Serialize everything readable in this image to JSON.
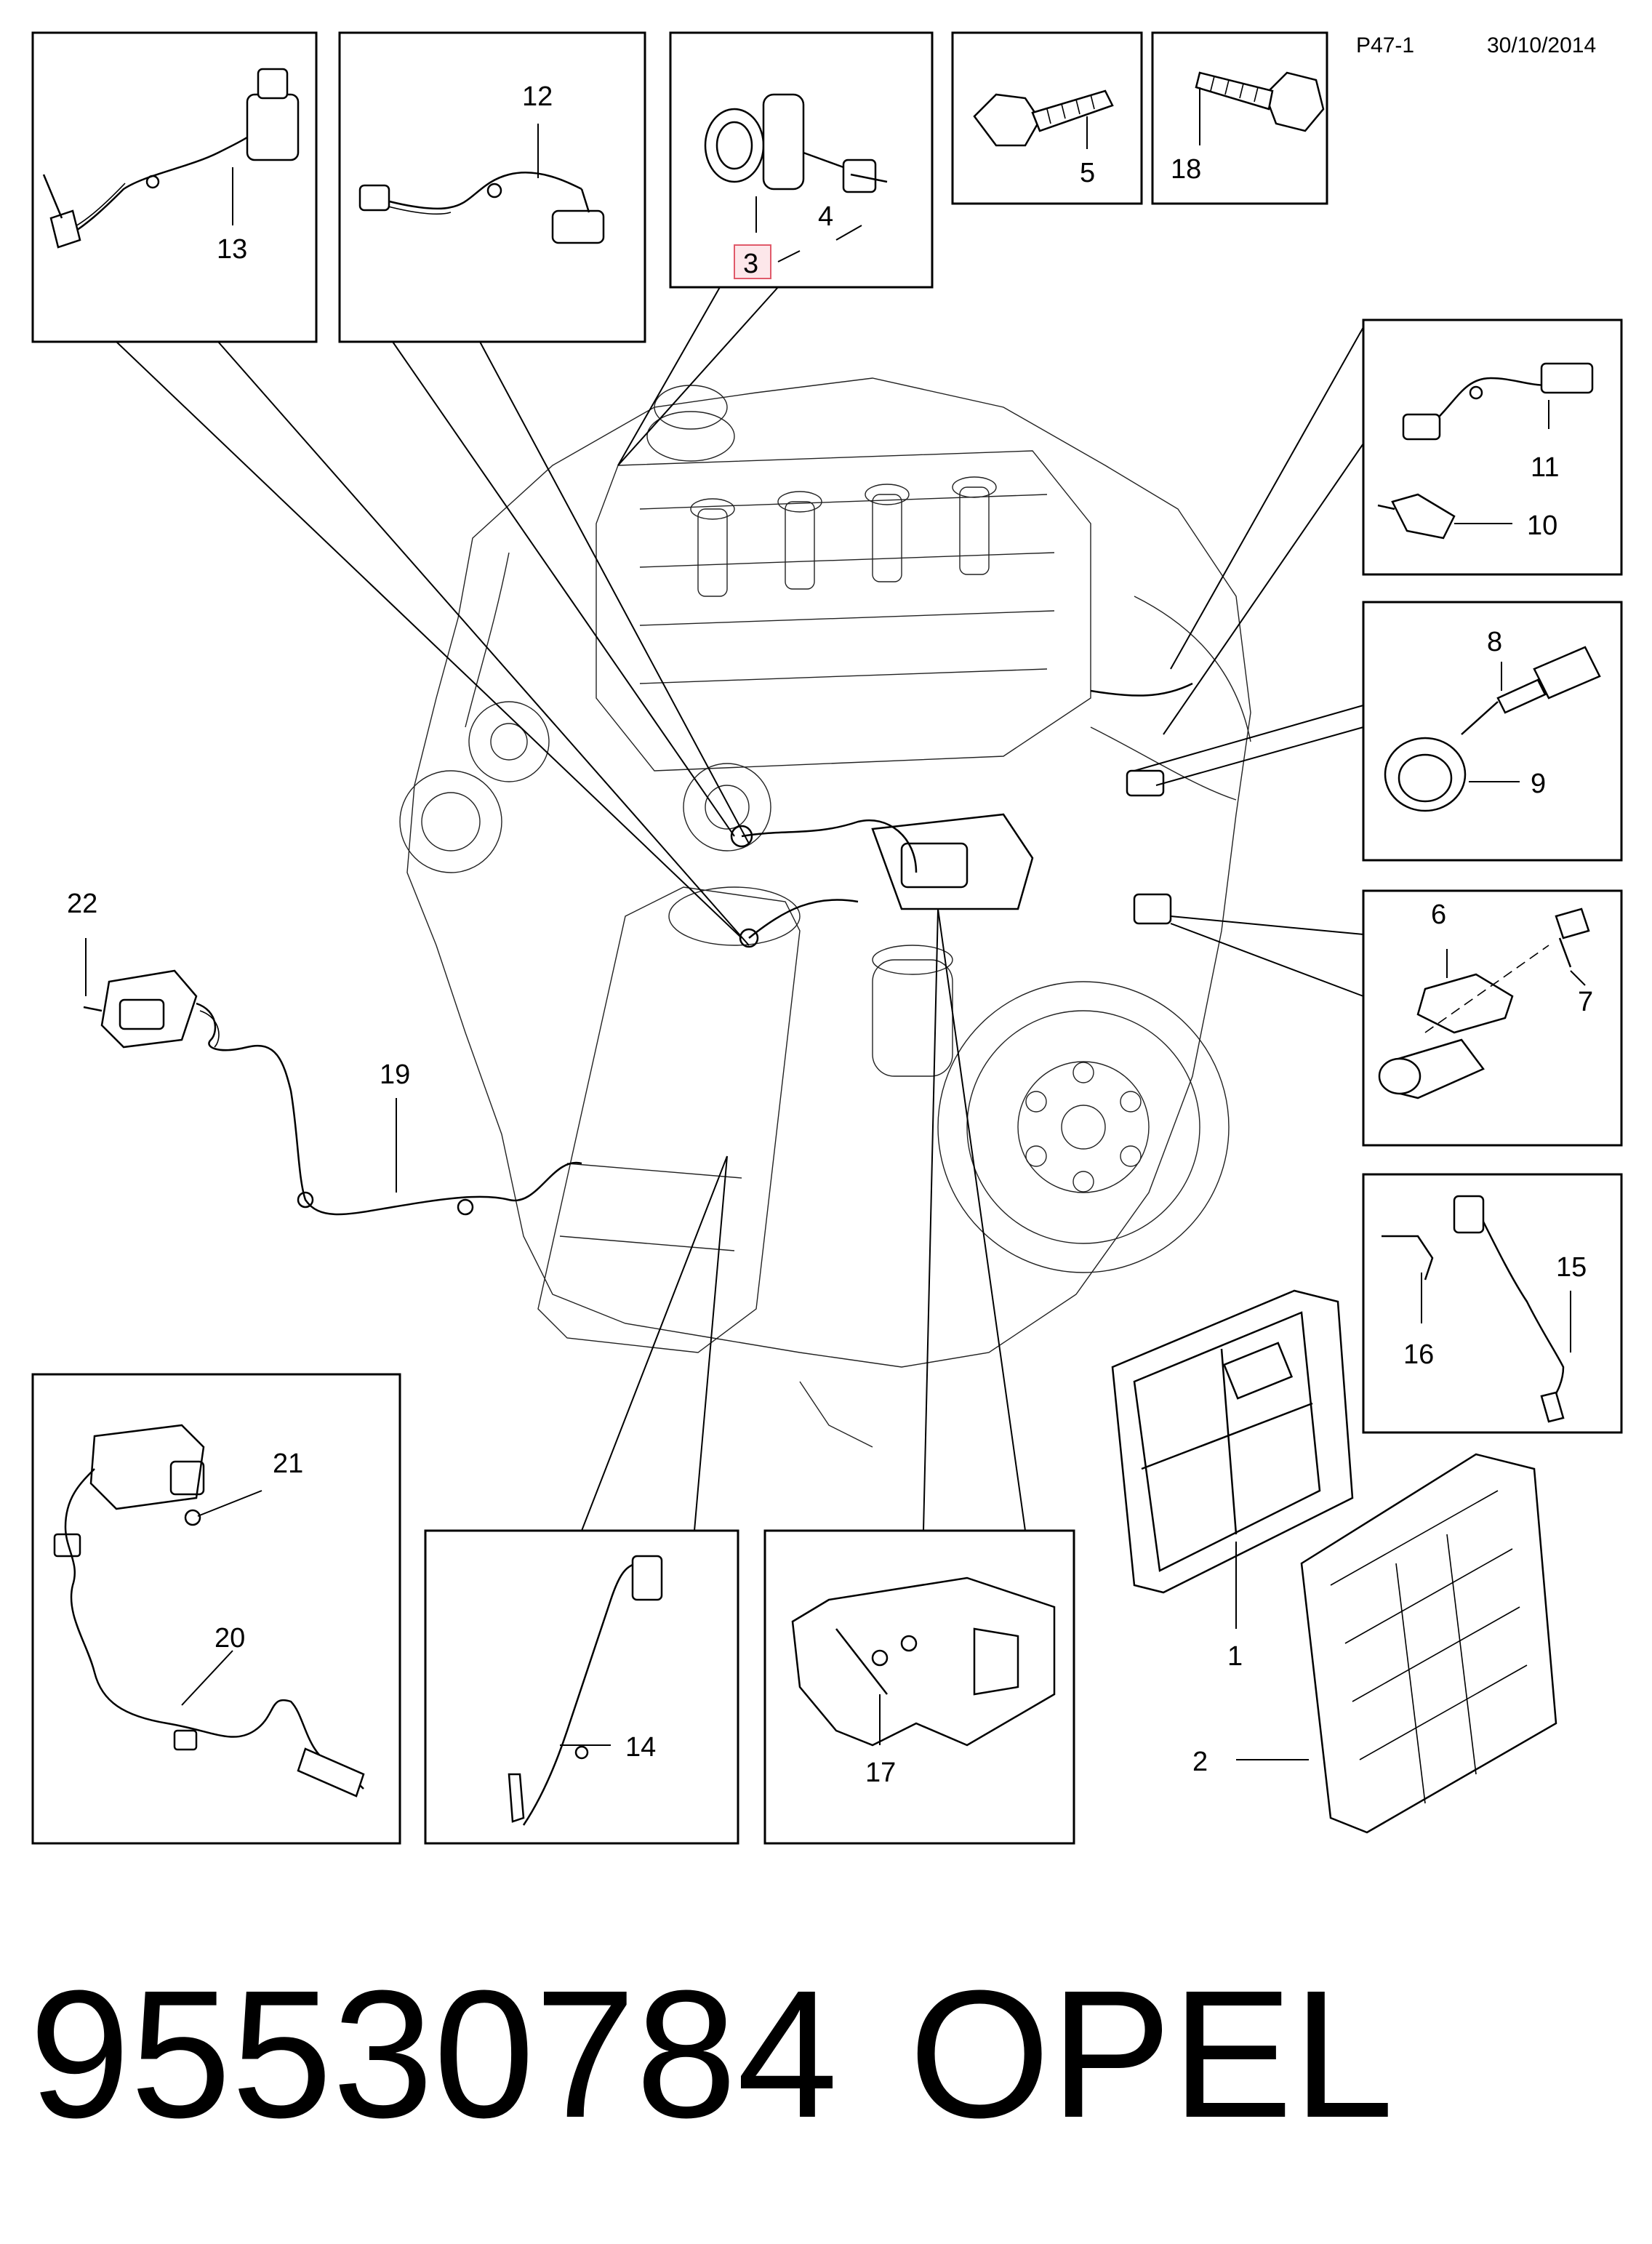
{
  "header": {
    "page_code": "P47-1",
    "date": "30/10/2014"
  },
  "callouts": {
    "c1": "1",
    "c2": "2",
    "c3": "3",
    "c4": "4",
    "c5": "5",
    "c6": "6",
    "c7": "7",
    "c8": "8",
    "c9": "9",
    "c10": "10",
    "c11": "11",
    "c12": "12",
    "c13": "13",
    "c14": "14",
    "c15": "15",
    "c16": "16",
    "c17": "17",
    "c18": "18",
    "c19": "19",
    "c20": "20",
    "c21": "21",
    "c22": "22"
  },
  "highlight": {
    "part": "3",
    "color": "#e05a6a",
    "fill": "#fde7ea"
  },
  "footer": {
    "part_number": "95530784",
    "brand": "OPEL"
  }
}
